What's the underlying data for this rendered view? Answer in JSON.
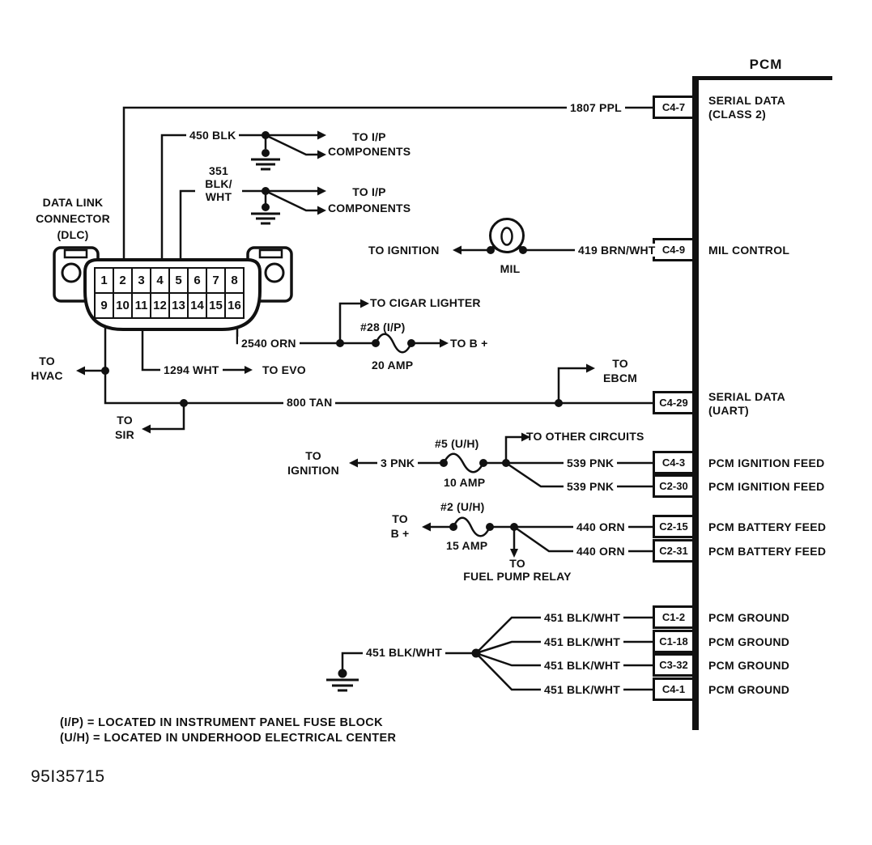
{
  "pcm": {
    "title": "PCM",
    "terminals": [
      {
        "id": "C4-7",
        "function": [
          "SERIAL DATA",
          "(CLASS 2)"
        ]
      },
      {
        "id": "C4-9",
        "function": [
          "MIL CONTROL"
        ]
      },
      {
        "id": "C4-29",
        "function": [
          "SERIAL DATA",
          "(UART)"
        ]
      },
      {
        "id": "C4-3",
        "function": [
          "PCM IGNITION FEED"
        ]
      },
      {
        "id": "C2-30",
        "function": [
          "PCM IGNITION FEED"
        ]
      },
      {
        "id": "C2-15",
        "function": [
          "PCM BATTERY FEED"
        ]
      },
      {
        "id": "C2-31",
        "function": [
          "PCM BATTERY FEED"
        ]
      },
      {
        "id": "C1-2",
        "function": [
          "PCM GROUND"
        ]
      },
      {
        "id": "C1-18",
        "function": [
          "PCM GROUND"
        ]
      },
      {
        "id": "C3-32",
        "function": [
          "PCM GROUND"
        ]
      },
      {
        "id": "C4-1",
        "function": [
          "PCM GROUND"
        ]
      }
    ]
  },
  "dlc": {
    "label": [
      "DATA LINK",
      "CONNECTOR",
      "(DLC)"
    ],
    "pins": [
      "1",
      "2",
      "3",
      "4",
      "5",
      "6",
      "7",
      "8",
      "9",
      "10",
      "11",
      "12",
      "13",
      "14",
      "15",
      "16"
    ]
  },
  "wire_labels": {
    "serial_class2": "1807 PPL",
    "blk_450": "450 BLK",
    "blkwht_351": [
      "351",
      "BLK/",
      "WHT"
    ],
    "brnwht_419": "419 BRN/WHT",
    "orn_2540": "2540 ORN",
    "wht_1294": "1294 WHT",
    "tan_800": "800 TAN",
    "pnk_3": "3 PNK",
    "pnk_539_a": "539 PNK",
    "pnk_539_b": "539 PNK",
    "orn_440_a": "440 ORN",
    "orn_440_b": "440 ORN",
    "blkwht_451_main": "451 BLK/WHT",
    "blkwht_451_1": "451 BLK/WHT",
    "blkwht_451_2": "451 BLK/WHT",
    "blkwht_451_3": "451 BLK/WHT",
    "blkwht_451_4": "451 BLK/WHT"
  },
  "destinations": {
    "ip_components_a": [
      "TO I/P",
      "COMPONENTS"
    ],
    "ip_components_b": [
      "TO I/P",
      "COMPONENTS"
    ],
    "ignition_mil": "TO IGNITION",
    "cigar_lighter": "TO CIGAR LIGHTER",
    "b_plus_fuse28": "TO B +",
    "evo": "TO EVO",
    "hvac": [
      "TO",
      "HVAC"
    ],
    "sir": [
      "TO",
      "SIR"
    ],
    "ebcm": [
      "TO",
      "EBCM"
    ],
    "ignition_fuse5": [
      "TO",
      "IGNITION"
    ],
    "other_circuits": "TO OTHER CIRCUITS",
    "b_plus_fuse2": [
      "TO",
      "B +"
    ],
    "fuel_pump_relay": [
      "TO",
      "FUEL PUMP RELAY"
    ]
  },
  "fuses": {
    "f28": {
      "name": "#28 (I/P)",
      "rating": "20 AMP"
    },
    "f5": {
      "name": "#5 (U/H)",
      "rating": "10 AMP"
    },
    "f2": {
      "name": "#2 (U/H)",
      "rating": "15 AMP"
    }
  },
  "mil": {
    "label": "MIL"
  },
  "legend": {
    "line1": "(I/P) = LOCATED IN INSTRUMENT PANEL FUSE BLOCK",
    "line2": "(U/H) = LOCATED IN UNDERHOOD ELECTRICAL CENTER"
  },
  "figure_id": "95I35715",
  "colors": {
    "ink": "#111111",
    "paper": "#ffffff"
  }
}
